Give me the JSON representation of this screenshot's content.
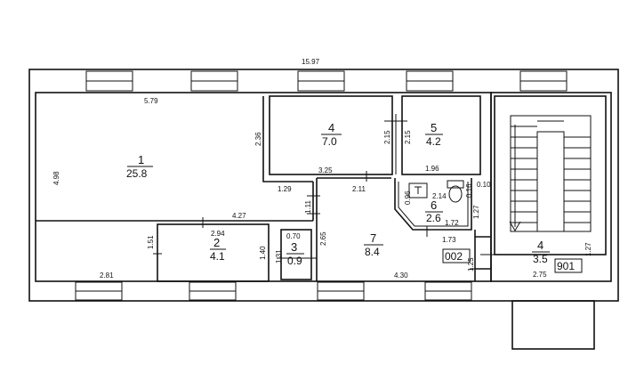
{
  "colors": {
    "line": "#111111",
    "background": "#ffffff"
  },
  "plan": {
    "overall_width": "15.97",
    "tags": {
      "left": "002",
      "right": "901"
    },
    "rooms": [
      {
        "num": "1",
        "area": "25.8"
      },
      {
        "num": "2",
        "area": "4.1"
      },
      {
        "num": "3",
        "area": "0.9"
      },
      {
        "num": "4",
        "area": "7.0"
      },
      {
        "num": "5",
        "area": "4.2"
      },
      {
        "num": "6",
        "area": "2.6"
      },
      {
        "num": "7",
        "area": "8.4"
      },
      {
        "num": "4",
        "area": "3.5"
      }
    ],
    "dims": {
      "d579": "5.79",
      "d498": "4.98",
      "d281": "2.81",
      "d236": "2.36",
      "d129": "1.29",
      "d427": "4.27",
      "d294": "2.94",
      "d151": "1.51",
      "d140": "1.40",
      "d070": "0.70",
      "d131": "1.31",
      "d111": "1.11",
      "d265": "2.65",
      "d325": "3.25",
      "d215a": "2.15",
      "d215b": "2.15",
      "d196": "1.96",
      "d211": "2.11",
      "d096": "0.96",
      "d214": "2.14",
      "d016": "0.16",
      "d010": "0.10",
      "d127a": "1.27",
      "d172": "1.72",
      "d173": "1.73",
      "d430": "4.30",
      "d125": "1.25",
      "d275": "2.75",
      "d127b": "1.27"
    }
  }
}
